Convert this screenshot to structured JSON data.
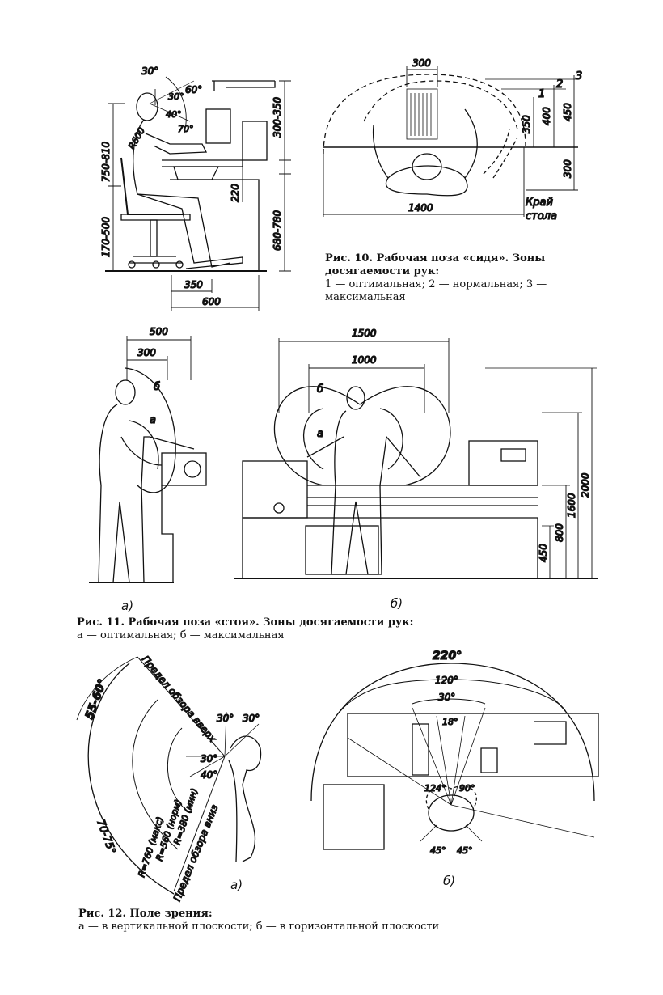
{
  "fig10": {
    "caption_title": "Рис. 10. Рабочая поза «сидя». Зоны досягаемости рук:",
    "caption_legend": "1 — оптимальная; 2 — нормальная; 3 — максимальная",
    "left": {
      "dims": [
        "30°",
        "60°",
        "30°",
        "40°",
        "70°",
        "R600",
        "750-810",
        "170-500",
        "300-350",
        "220",
        "680-780",
        "350",
        "600"
      ]
    },
    "right": {
      "dims": [
        "300",
        "2",
        "3",
        "1",
        "350",
        "400",
        "450",
        "300",
        "1400"
      ],
      "edge_label_1": "Край",
      "edge_label_2": "стола"
    }
  },
  "fig11": {
    "caption_title": "Рис. 11. Рабочая поза «стоя». Зоны досягаемости рук:",
    "caption_legend": "а — оптимальная; б — максимальная",
    "a": {
      "label": "а)",
      "dims": [
        "500",
        "300"
      ],
      "zone_a": "а",
      "zone_b": "б"
    },
    "b": {
      "label": "б)",
      "dims": [
        "1500",
        "1000",
        "450",
        "800",
        "1600",
        "2000"
      ],
      "zone_a": "а",
      "zone_b": "б"
    }
  },
  "fig12": {
    "caption_title": "Рис. 12. Поле зрения:",
    "caption_legend": "а — в вертикальной плоскости; б — в горизонтальной плоскости",
    "a": {
      "label": "а)",
      "upper_limit": "Предел обзора вверх",
      "lower_limit": "Предел обзора вниз",
      "angle_up": "55-60°",
      "angle_down": "70-75°",
      "top_angles": [
        "30°",
        "30°"
      ],
      "side_angles": [
        "30°",
        "40°"
      ],
      "radii": [
        "R=760 (макс)",
        "R=560 (норм)",
        "R=380 (мин)"
      ]
    },
    "b": {
      "label": "б)",
      "angles": [
        "220°",
        "120°",
        "30°",
        "18°",
        "124°",
        "90°",
        "45°",
        "45°"
      ]
    }
  }
}
